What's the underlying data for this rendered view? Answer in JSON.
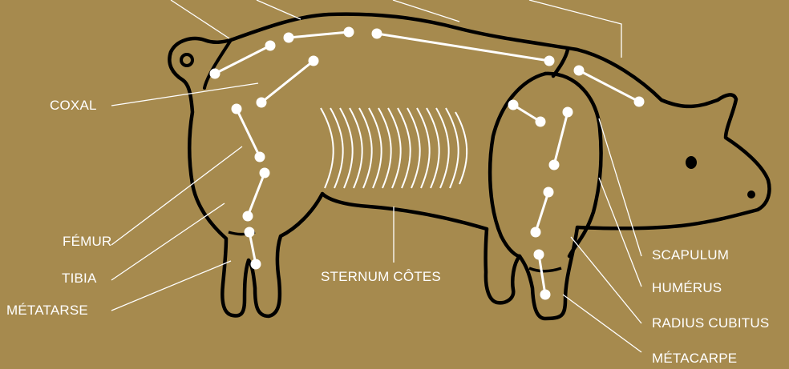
{
  "colors": {
    "background": "#a68a4e",
    "silhouette": "#a68a4e",
    "outline": "#000000",
    "bones": "#ffffff",
    "label_text": "#ffffff"
  },
  "labels": {
    "coxal": "COXAL",
    "femur": "FÉMUR",
    "tibia": "TIBIA",
    "metatarse": "MÉTATARSE",
    "sternum_cotes": "STERNUM CÔTES",
    "scapulum": "SCAPULUM",
    "humerus": "HUMÉRUS",
    "radius_cubitus": "RADIUS CUBITUS",
    "metacarpe": "MÉTACARPE"
  }
}
